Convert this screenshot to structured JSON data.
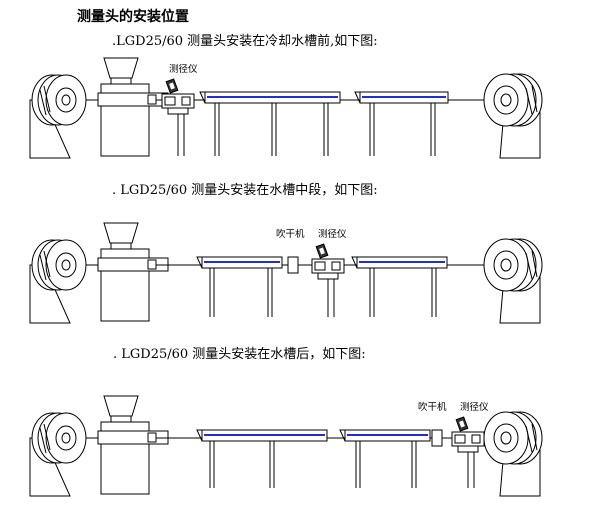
{
  "title": "测量头的安装位置",
  "sections": [
    {
      "caption": ".LGD25/60 测量头安装在冷却水槽前,如下图:",
      "gauge_label": "测径仪",
      "dryer_label": ""
    },
    {
      "caption": ". LGD25/60 测量头安装在水槽中段，如下图:",
      "gauge_label": "测径仪",
      "dryer_label": "吹干机"
    },
    {
      "caption": ".  LGD25/60 测量头安装在水槽后，如下图:",
      "gauge_label": "测径仪",
      "dryer_label": "吹干机"
    }
  ],
  "colors": {
    "line": "#000000",
    "water": "#1f2fd0",
    "background": "#ffffff"
  }
}
